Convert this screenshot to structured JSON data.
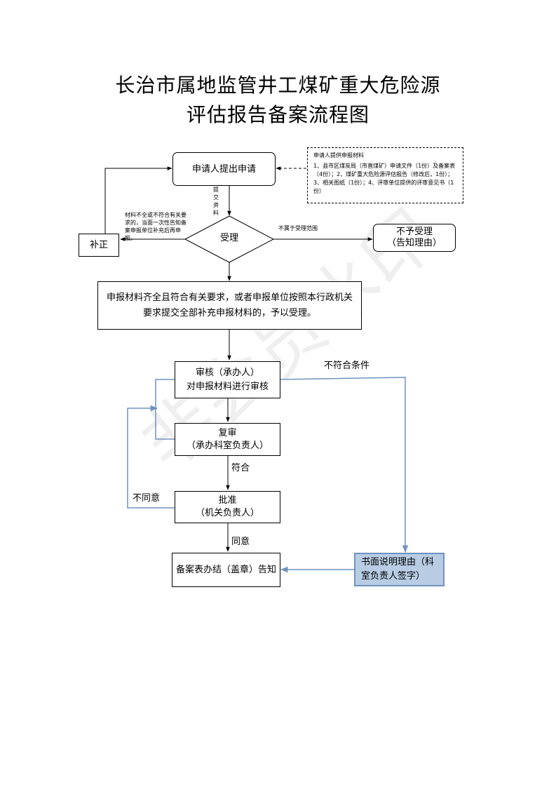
{
  "title": {
    "line1": "长治市属地监管井工煤矿重大危险源",
    "line2": "评估报告备案流程图"
  },
  "watermark": "非会员水印",
  "nodes": {
    "apply": "申请人提出申请",
    "accept_decision": "受理",
    "correction": "补正",
    "reject_line1": "不予受理",
    "reject_line2": "（告知理由）",
    "accepted_condition": "申报材料齐全且符合有关要求，或者申报单位按照本行政机关要求提交全部补充申报材料的，予以受理。",
    "review_line1": "审核（承办人）",
    "review_line2": "对申报材料进行审核",
    "recheck_line1": "复审",
    "recheck_line2": "（承办科室负责人）",
    "approve_line1": "批准",
    "approve_line2": "（机关负责人）",
    "finish": "备案表办结（盖章）告知",
    "written_reason": "书面说明理由（科室负责人签字）"
  },
  "note": {
    "title": "申请人提供申报材料",
    "body": "1、县市区煤炭局（市直煤矿）申请文件（1份）及备案表（4份）；2、煤矿重大危险源评估报告（修改后，1份）；3、相关图纸（1份）；4、评审单位提供的评审意见书（1份）"
  },
  "edge_labels": {
    "submit_materials": [
      "提",
      "交",
      "资",
      "料"
    ],
    "incomplete": "材料不全或不符合有关要求的，当面一次性告知备案申报单位补充后再申报。",
    "out_of_scope": "不属于受理范围",
    "not_compliant": "不符合条件",
    "compliant": "符合",
    "disagree": "不同意",
    "agree": "同意"
  },
  "colors": {
    "line": "#000000",
    "feedback_line": "#6f93bf",
    "highlight_fill": "#b8cce4",
    "highlight_border": "#6f93bf",
    "note_border": "#000000"
  }
}
